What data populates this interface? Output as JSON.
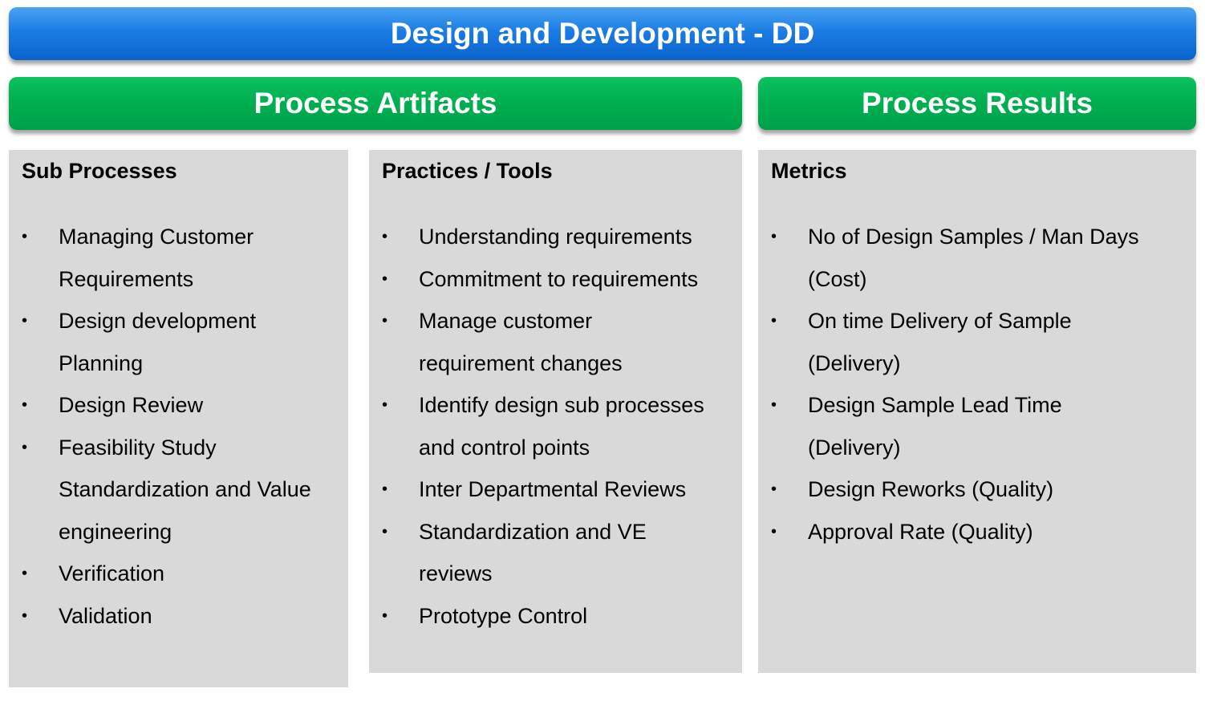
{
  "title": "Design and Development - DD",
  "banners": {
    "artifacts": "Process Artifacts",
    "results": "Process Results"
  },
  "colors": {
    "title_banner": "#1b7ce4",
    "section_banner": "#00b050",
    "panel_background": "#d9d9d9"
  },
  "panels": {
    "sub_processes": {
      "heading": "Sub Processes",
      "items": [
        {
          "bullet": "•",
          "lines": [
            "Managing Customer",
            "Requirements"
          ]
        },
        {
          "bullet": "•",
          "lines": [
            "Design development",
            "Planning"
          ]
        },
        {
          "bullet": "•",
          "lines": [
            "Design Review"
          ]
        },
        {
          "bullet": "•",
          "lines": [
            "Feasibility Study",
            "Standardization and Value",
            "engineering"
          ]
        },
        {
          "bullet": "•",
          "lines": [
            "Verification"
          ]
        },
        {
          "bullet": "•",
          "lines": [
            "Validation"
          ]
        }
      ]
    },
    "practices_tools": {
      "heading": "Practices / Tools",
      "items": [
        {
          "bullet": "•",
          "lines": [
            "Understanding requirements"
          ]
        },
        {
          "bullet": "•",
          "lines": [
            "Commitment to requirements"
          ]
        },
        {
          "bullet": "•",
          "lines": [
            "Manage customer",
            "requirement changes"
          ]
        },
        {
          "bullet": "•",
          "lines": [
            "Identify design sub processes",
            "and control points"
          ]
        },
        {
          "bullet": "•",
          "lines": [
            "Inter Departmental Reviews"
          ]
        },
        {
          "bullet": "•",
          "lines": [
            "Standardization and VE",
            "reviews"
          ]
        },
        {
          "bullet": "•",
          "lines": [
            "Prototype Control"
          ]
        }
      ]
    },
    "metrics": {
      "heading": "Metrics",
      "items": [
        {
          "bullet": "•",
          "lines": [
            "No of Design Samples / Man Days",
            "(Cost)"
          ]
        },
        {
          "bullet": "•",
          "lines": [
            "On time Delivery of Sample",
            "(Delivery)"
          ]
        },
        {
          "bullet": "•",
          "lines": [
            "Design Sample Lead Time",
            "(Delivery)"
          ]
        },
        {
          "bullet": "•",
          "lines": [
            "Design Reworks (Quality)"
          ]
        },
        {
          "bullet": "•",
          "lines": [
            "Approval Rate (Quality)"
          ]
        }
      ]
    }
  }
}
